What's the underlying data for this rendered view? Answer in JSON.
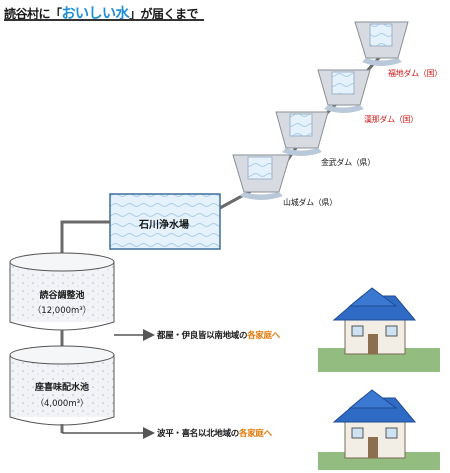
{
  "title": {
    "prefix": "読谷村に「",
    "highlight": "おいしい水",
    "suffix": "」が届くまで"
  },
  "dams": [
    {
      "name": "福地ダム（国）",
      "color": "#d01818"
    },
    {
      "name": "漢那ダム（国）",
      "color": "#d01818"
    },
    {
      "name": "金武ダム（県）",
      "color": "#1a1a1a"
    },
    {
      "name": "山城ダム（県）",
      "color": "#1a1a1a"
    }
  ],
  "plant": {
    "name": "石川浄水場"
  },
  "tanks": [
    {
      "name": "読谷調整池",
      "capacity": "（12,000m³）"
    },
    {
      "name": "座喜味配水池",
      "capacity": "（4,000m³）"
    }
  ],
  "destinations": [
    {
      "text": "都屋・伊良皆以南地域の",
      "accent": "各家庭へ"
    },
    {
      "text": "波平・喜名以北地域の",
      "accent": "各家庭へ"
    }
  ],
  "colors": {
    "accent_blue": "#1d8fd6",
    "accent_orange": "#e07a0c",
    "roof": "#2f6bc4",
    "dam_red": "#d01818"
  }
}
